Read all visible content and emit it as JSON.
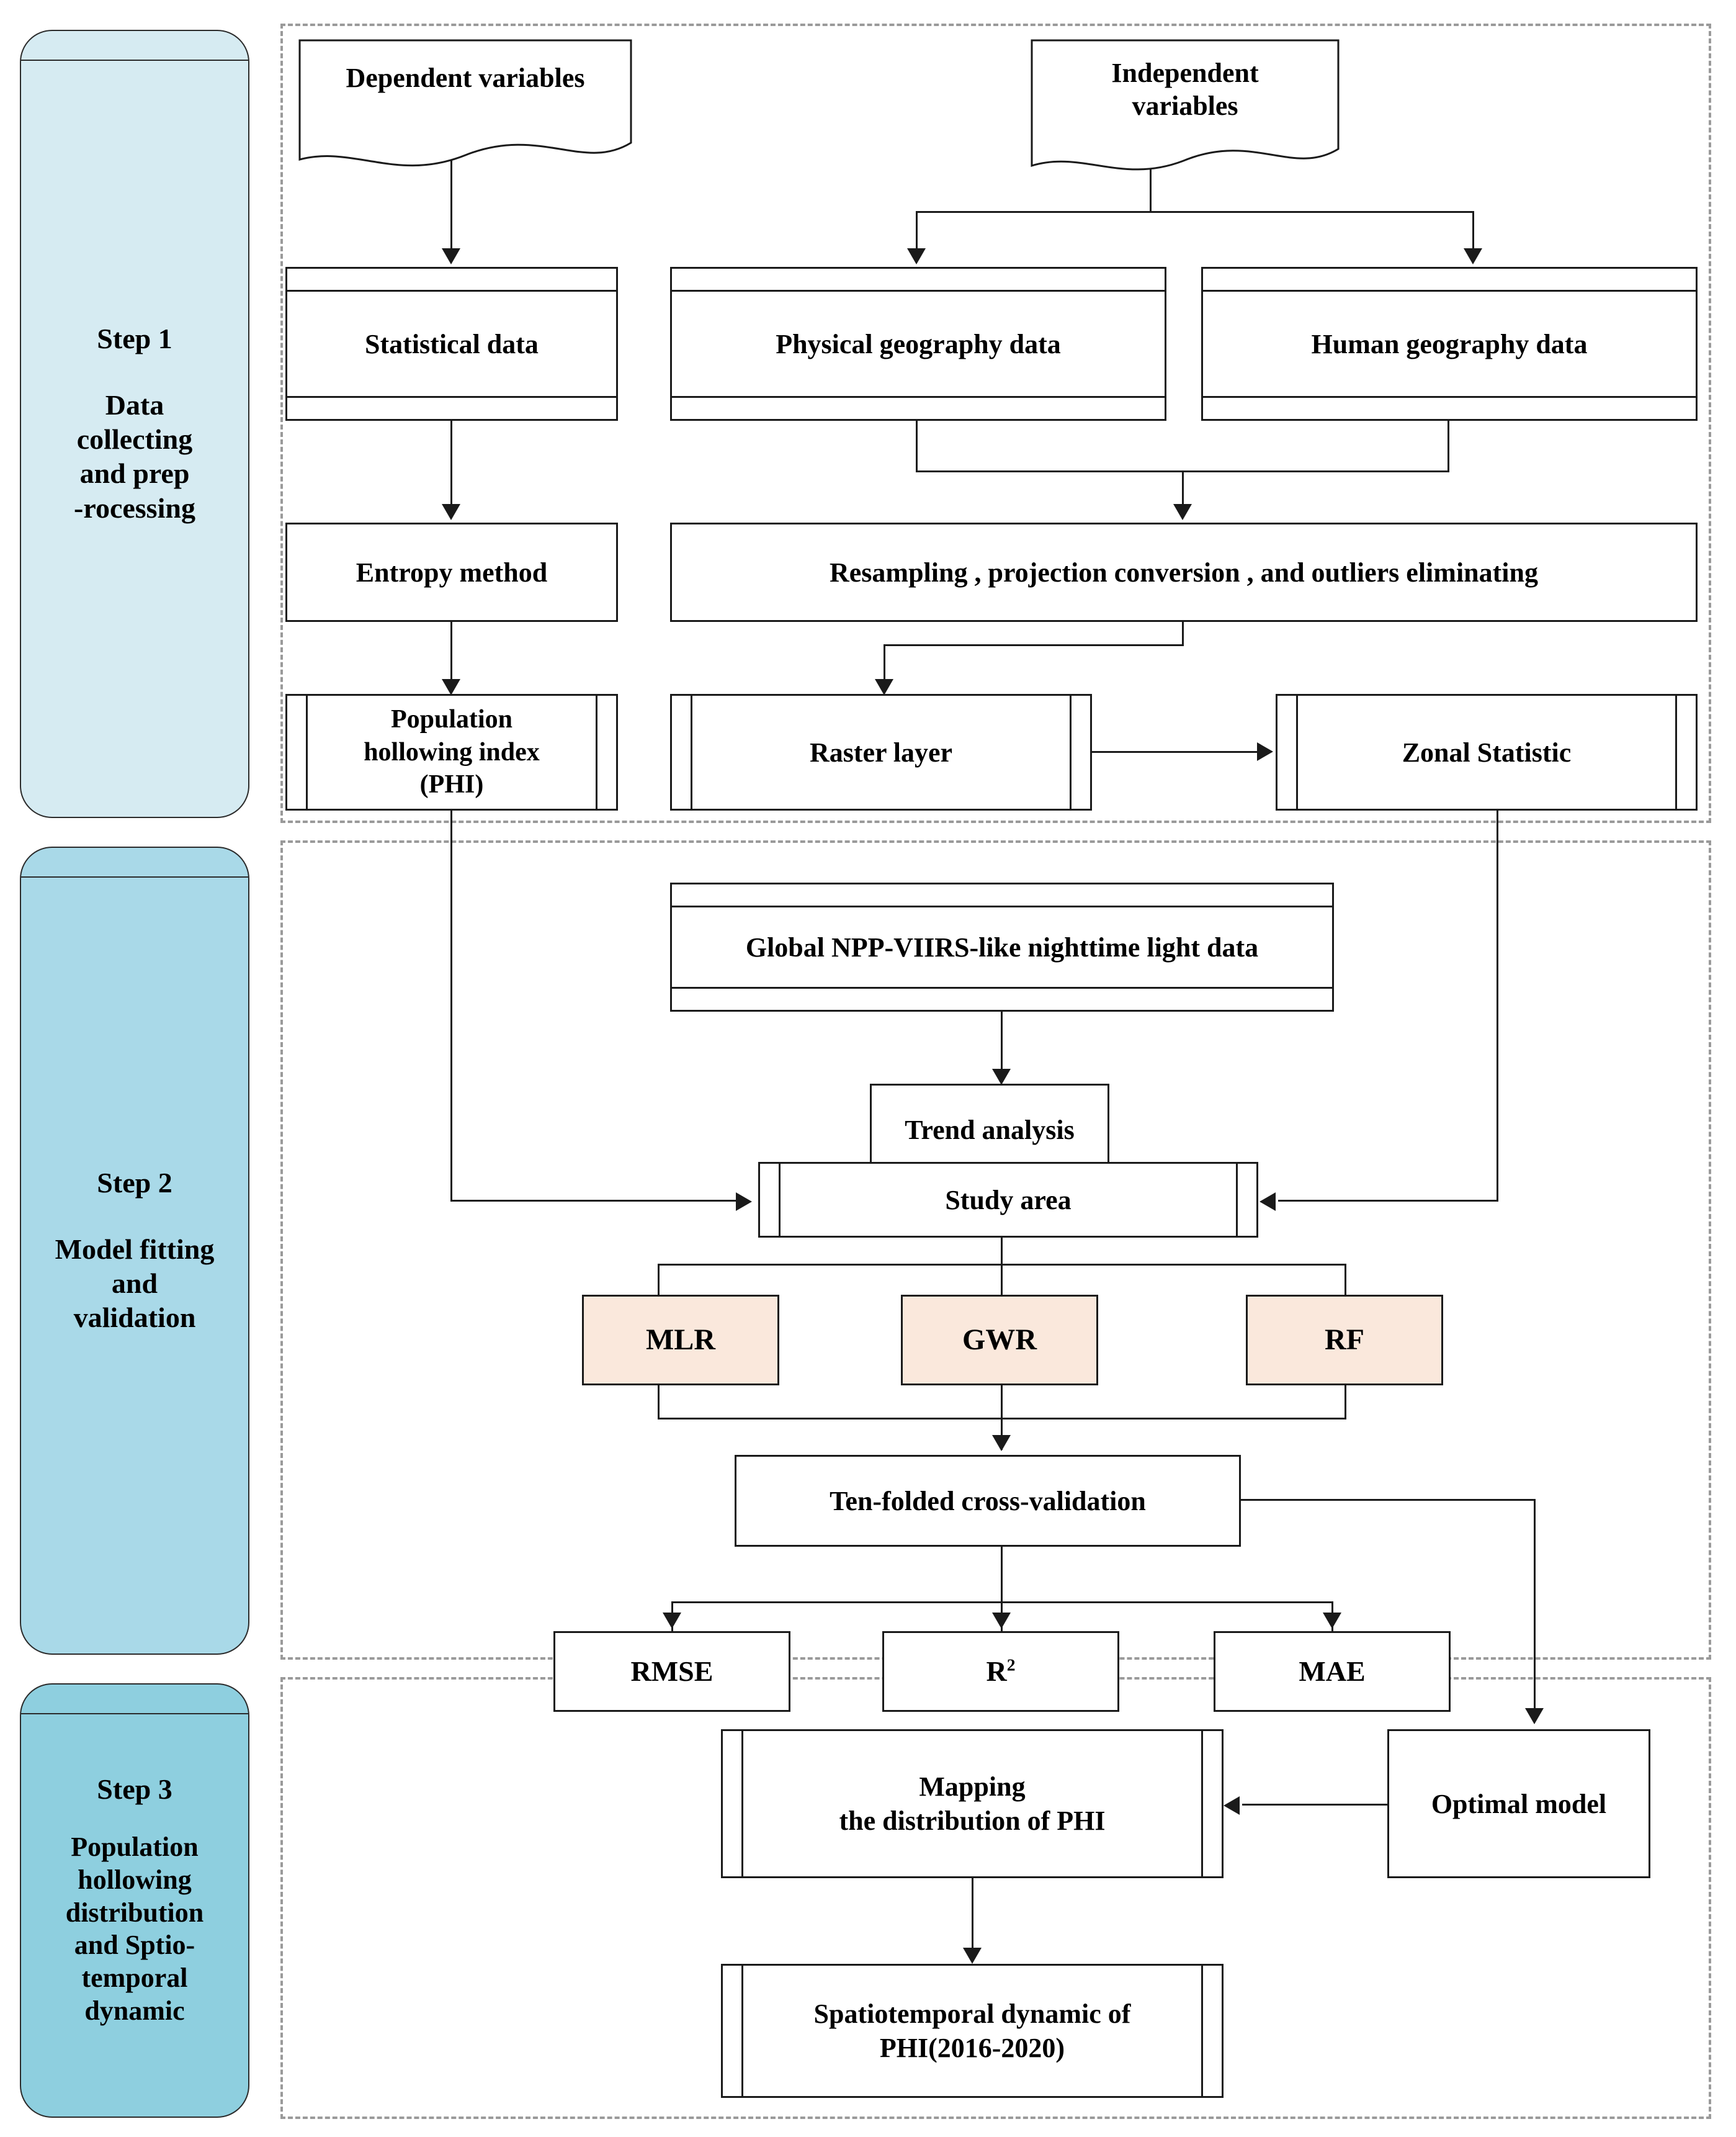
{
  "steps": [
    {
      "id": "step1",
      "title": "Step 1",
      "subtitle": "Data\ncollecting\nand prep\n-rocessing",
      "color": "#d6ebf2"
    },
    {
      "id": "step2",
      "title": "Step 2",
      "subtitle": "Model fitting\nand\nvalidation",
      "color": "#a9d9e8"
    },
    {
      "id": "step3",
      "title": "Step 3",
      "subtitle": "Population\nhollowing\ndistribution\nand Sptio-\ntemporal\ndynamic",
      "color": "#8ecfdf"
    }
  ],
  "nodes": {
    "dependent_variables": "Dependent variables",
    "independent_variables": "Independent\nvariables",
    "statistical_data": "Statistical data",
    "physical_geography_data": "Physical geography data",
    "human_geography_data": "Human geography data",
    "entropy_method": "Entropy method",
    "resampling": "Resampling , projection conversion , and outliers eliminating",
    "population_hollowing_index": "Population\nhollowing index\n(PHI)",
    "raster_layer": "Raster layer",
    "zonal_statistic": "Zonal Statistic",
    "nighttime_light_data": "Global NPP-VIIRS-like nighttime light data",
    "trend_analysis": "Trend analysis",
    "study_area": "Study area",
    "mlr": "MLR",
    "gwr": "GWR",
    "rf": "RF",
    "cross_validation": "Ten-folded cross-validation",
    "rmse": "RMSE",
    "r2_base": "R",
    "r2_sup": "2",
    "mae": "MAE",
    "optimal_model": "Optimal model",
    "mapping_phi": "Mapping\nthe distribution of PHI",
    "spatiotemporal_dynamic": "Spatiotemporal dynamic of\nPHI(2016-2020)"
  },
  "colors": {
    "model_box_fill": "#fae8dc",
    "zone_border": "#9a9a9a",
    "stroke": "#1a1a1a"
  }
}
